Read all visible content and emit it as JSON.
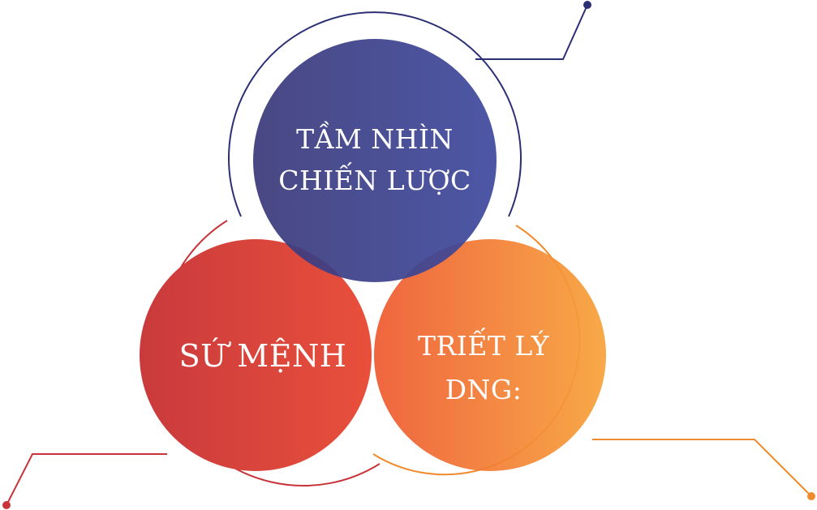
{
  "circles": {
    "vision": {
      "line1": "TẦM NHÌN",
      "line2": "CHIẾN LƯỢC",
      "color_start": "#3b3a7a",
      "color_end": "#3f4a9e",
      "ring_color": "#2b2f75"
    },
    "mission": {
      "line1": "SỨ MỆNH",
      "color_start": "#c93a3c",
      "color_end": "#e9503b",
      "ring_color": "#c8343a"
    },
    "philosophy": {
      "line1": "TRIẾT LÝ",
      "line2": "DNG:",
      "color_start": "#ee5a30",
      "color_end": "#f7a23a",
      "ring_color": "#ef8b2c"
    }
  }
}
